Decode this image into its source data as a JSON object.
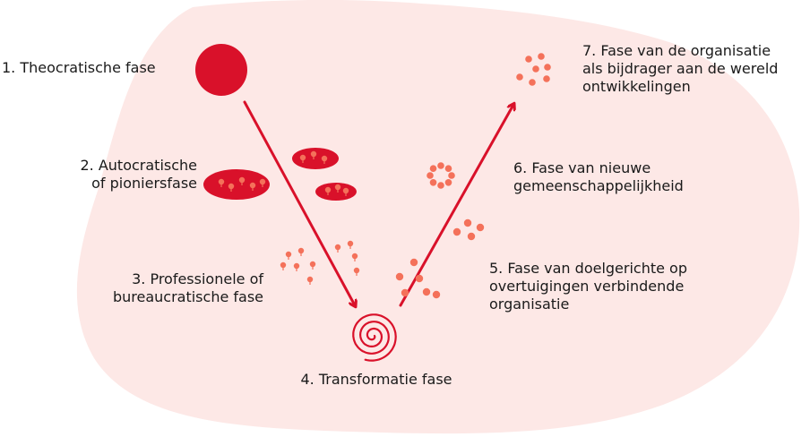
{
  "colors": {
    "blob": "#fde8e6",
    "primary_red": "#d9112a",
    "dot_orange": "#f4715a",
    "text": "#1a1a1a"
  },
  "phases": [
    {
      "number": 1,
      "lines": [
        "1. Theocratische fase"
      ],
      "icon": "solid-circle-icon"
    },
    {
      "number": 2,
      "lines": [
        "2. Autocratische",
        "of pioniersfase"
      ],
      "icon": "red-ellipses-icon"
    },
    {
      "number": 3,
      "lines": [
        "3. Professionele of",
        "bureaucratische fase"
      ],
      "icon": "scattered-pins-icon"
    },
    {
      "number": 4,
      "lines": [
        "4. Transformatie fase"
      ],
      "icon": "spiral-icon"
    },
    {
      "number": 5,
      "lines": [
        "5. Fase van doelgerichte op",
        "overtuigingen verbindende",
        "organisatie"
      ],
      "icon": "dot-cluster-icon"
    },
    {
      "number": 6,
      "lines": [
        "6. Fase van nieuwe",
        "gemeenschappelijkheid"
      ],
      "icon": "dot-ring-icon"
    },
    {
      "number": 7,
      "lines": [
        "7. Fase van de organisatie",
        "als bijdrager aan de wereld",
        "ontwikkelingen"
      ],
      "icon": "dot-network-icon"
    }
  ]
}
